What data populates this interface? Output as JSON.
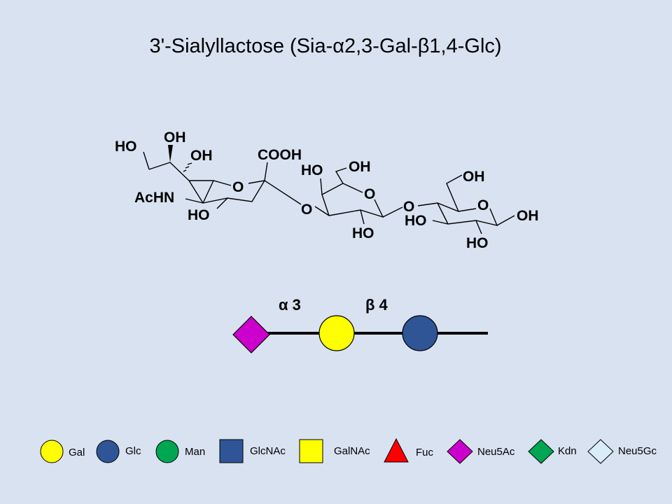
{
  "title": "3'-Sialyllactose  (Sia-α2,3-Gal-β1,4-Glc)",
  "structure": {
    "labels": {
      "ho_top": "HO",
      "oh_top": "OH",
      "oh_mid": "OH",
      "cooh": "COOH",
      "achn": "AcHN",
      "ring_o_sia": "O",
      "ho_sia": "HO",
      "glyco_o_1": "O",
      "ho_gal_top": "HO",
      "oh_gal_top": "OH",
      "ring_o_gal": "O",
      "ho_gal_bottom": "HO",
      "glyco_o_2": "O",
      "ho_glc_left": "HO",
      "oh_glc_top": "OH",
      "ring_o_glc": "O",
      "oh_glc_right": "OH",
      "ho_glc_bottom": "HO"
    }
  },
  "symbol_chain": {
    "linkage_1": "α 3",
    "linkage_2": "β  4",
    "residues": [
      "Neu5Ac",
      "Gal",
      "Glc"
    ]
  },
  "legend": {
    "items": [
      {
        "label": "Gal",
        "shape": "circle",
        "color": "#ffff00"
      },
      {
        "label": "Glc",
        "shape": "circle",
        "color": "#2f5597"
      },
      {
        "label": "Man",
        "shape": "circle",
        "color": "#00a651"
      },
      {
        "label": "GlcNAc",
        "shape": "square",
        "color": "#2f5597"
      },
      {
        "label": "GalNAc",
        "shape": "square",
        "color": "#ffff00"
      },
      {
        "label": "Fuc",
        "shape": "triangle",
        "color": "#ff0000"
      },
      {
        "label": "Neu5Ac",
        "shape": "diamond",
        "color": "#cc00cc"
      },
      {
        "label": "Kdn",
        "shape": "diamond",
        "color": "#00a651"
      },
      {
        "label": "Neu5Gc",
        "shape": "diamond",
        "color": "#d9ecf7"
      }
    ]
  },
  "colors": {
    "background": "#d9e2f1",
    "neu5ac": "#cc00cc",
    "gal": "#ffff00",
    "glc": "#2f5597"
  }
}
